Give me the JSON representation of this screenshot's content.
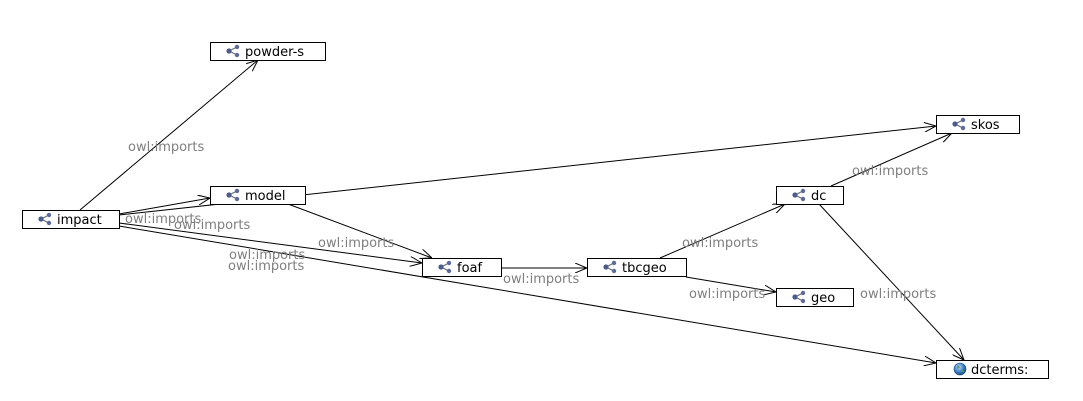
{
  "diagram": {
    "nodes": [
      {
        "id": "powder-s",
        "label": "powder-s",
        "icon": "ontology-icon"
      },
      {
        "id": "impact",
        "label": "impact",
        "icon": "ontology-icon"
      },
      {
        "id": "model",
        "label": "model",
        "icon": "ontology-icon"
      },
      {
        "id": "foaf",
        "label": "foaf",
        "icon": "ontology-icon"
      },
      {
        "id": "tbcgeo",
        "label": "tbcgeo",
        "icon": "ontology-icon"
      },
      {
        "id": "dc",
        "label": "dc",
        "icon": "ontology-icon"
      },
      {
        "id": "skos",
        "label": "skos",
        "icon": "ontology-icon"
      },
      {
        "id": "geo",
        "label": "geo",
        "icon": "ontology-icon"
      },
      {
        "id": "dcterms",
        "label": "dcterms:",
        "icon": "globe-icon"
      }
    ],
    "edges": [
      {
        "from": "impact",
        "to": "powder-s",
        "label": "owl:imports"
      },
      {
        "from": "impact",
        "to": "model",
        "label": "owl:imports"
      },
      {
        "from": "impact",
        "to": "skos",
        "label": "owl:imports"
      },
      {
        "from": "impact",
        "to": "foaf",
        "label": "owl:imports"
      },
      {
        "from": "impact",
        "to": "dcterms",
        "label": "owl:imports"
      },
      {
        "from": "model",
        "to": "foaf",
        "label": "owl:imports"
      },
      {
        "from": "foaf",
        "to": "tbcgeo",
        "label": "owl:imports"
      },
      {
        "from": "tbcgeo",
        "to": "dc",
        "label": "owl:imports"
      },
      {
        "from": "tbcgeo",
        "to": "geo",
        "label": "owl:imports"
      },
      {
        "from": "dc",
        "to": "skos",
        "label": "owl:imports"
      },
      {
        "from": "dc",
        "to": "dcterms",
        "label": "owl:imports"
      }
    ]
  }
}
